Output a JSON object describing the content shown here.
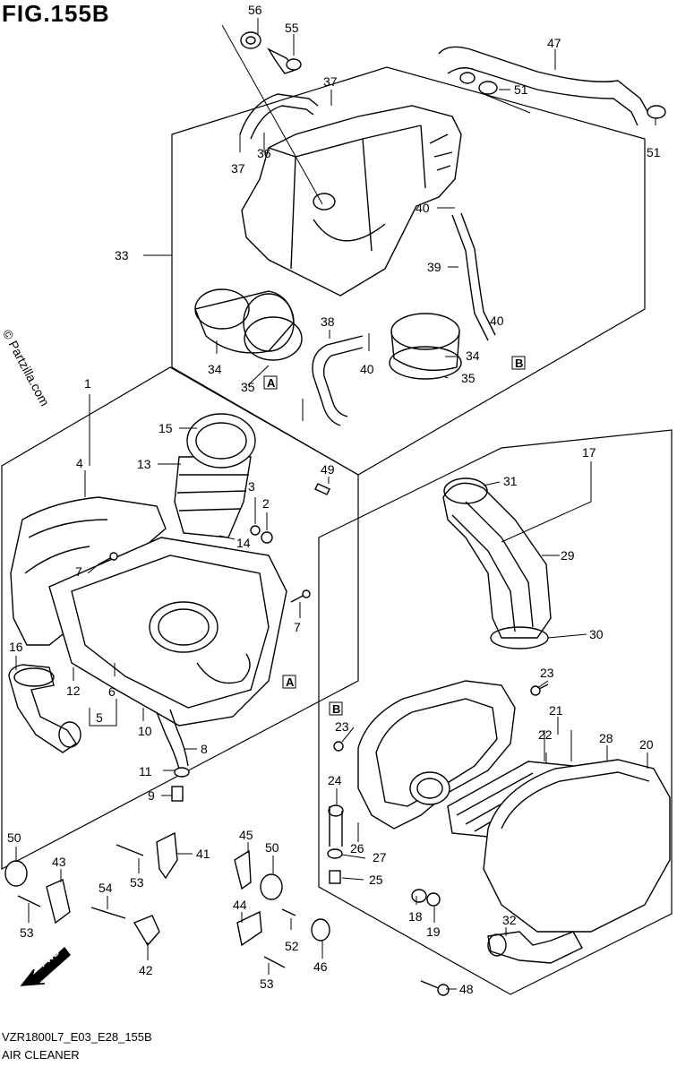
{
  "figure_title": "FIG.155B",
  "diagram_code": "VZR1800L7_E03_E28_155B",
  "caption": "AIR CLEANER",
  "watermark": "© Partzilla.com",
  "fwd_label": "FWD",
  "box_refs": [
    "A",
    "B"
  ],
  "callouts": [
    "56",
    "55",
    "47",
    "37",
    "51",
    "36",
    "37",
    "51",
    "33",
    "40",
    "39",
    "38",
    "40",
    "34",
    "34",
    "35",
    "35",
    "40",
    "1",
    "15",
    "13",
    "4",
    "49",
    "3",
    "2",
    "17",
    "31",
    "29",
    "14",
    "7",
    "7",
    "30",
    "16",
    "12",
    "6",
    "5",
    "10",
    "8",
    "11",
    "9",
    "23",
    "23",
    "21",
    "22",
    "28",
    "20",
    "24",
    "26",
    "27",
    "25",
    "18",
    "19",
    "32",
    "48",
    "50",
    "43",
    "53",
    "41",
    "45",
    "50",
    "53",
    "54",
    "42",
    "44",
    "52",
    "46",
    "53"
  ]
}
